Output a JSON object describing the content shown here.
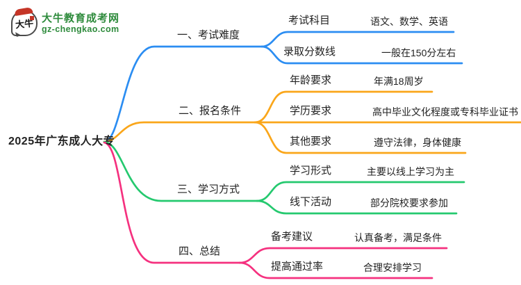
{
  "logo": {
    "icon_text": "大牛",
    "site_name": "大牛教育成考网",
    "site_url": "gz-chengkao.com",
    "brand_green": "#2e8b3c"
  },
  "root": {
    "label": "2025年广东成人大专"
  },
  "branches": [
    {
      "label": "一、考试难度",
      "color": "#2b8df2",
      "children": [
        {
          "label": "考试科目",
          "value": "语文、数学、英语"
        },
        {
          "label": "录取分数线",
          "value": "一般在150分左右"
        }
      ]
    },
    {
      "label": "二、报名条件",
      "color": "#faa61a",
      "children": [
        {
          "label": "年龄要求",
          "value": "年满18周岁"
        },
        {
          "label": "学历要求",
          "value": "高中毕业文化程度或专科毕业证书"
        },
        {
          "label": "其他要求",
          "value": "遵守法律，身体健康"
        }
      ]
    },
    {
      "label": "三、学习方式",
      "color": "#25c96f",
      "children": [
        {
          "label": "学习形式",
          "value": "主要以线上学习为主"
        },
        {
          "label": "线下活动",
          "value": "部分院校要求参加"
        }
      ]
    },
    {
      "label": "四、总结",
      "color": "#f5317f",
      "children": [
        {
          "label": "备考建议",
          "value": "认真备考，满足条件"
        },
        {
          "label": "提高通过率",
          "value": "合理安排学习"
        }
      ]
    }
  ]
}
